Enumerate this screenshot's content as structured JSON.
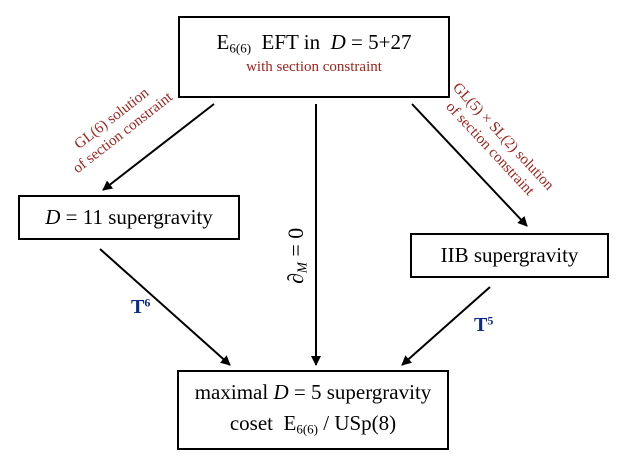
{
  "boxes": {
    "top": {
      "line1_prefix": "E",
      "line1_sub": "6(6)",
      "line1_mid": "  EFT in  ",
      "line1_var": "D",
      "line1_suffix": " = 5+27",
      "line2": "with section constraint"
    },
    "left": {
      "var": "D",
      "suffix": " = 11 supergravity"
    },
    "right": {
      "text": "IIB supergravity"
    },
    "bottom": {
      "line1_prefix": "maximal ",
      "line1_var": "D",
      "line1_suffix": " = 5 supergravity",
      "line2_prefix": "coset  E",
      "line2_sub": "6(6)",
      "line2_suffix": " / USp(8)"
    }
  },
  "edge_labels": {
    "left_top": {
      "line1": "GL(6) solution",
      "line2": "of section constraint"
    },
    "right_top": {
      "line1": "GL(5) × SL(2) solution",
      "line2": "of section constraint"
    },
    "center": {
      "symbol": "∂",
      "sub": "M",
      "rest": " = 0"
    },
    "left_bottom": {
      "base": "T",
      "sup": "6"
    },
    "right_bottom": {
      "base": "T",
      "sup": "5"
    }
  }
}
